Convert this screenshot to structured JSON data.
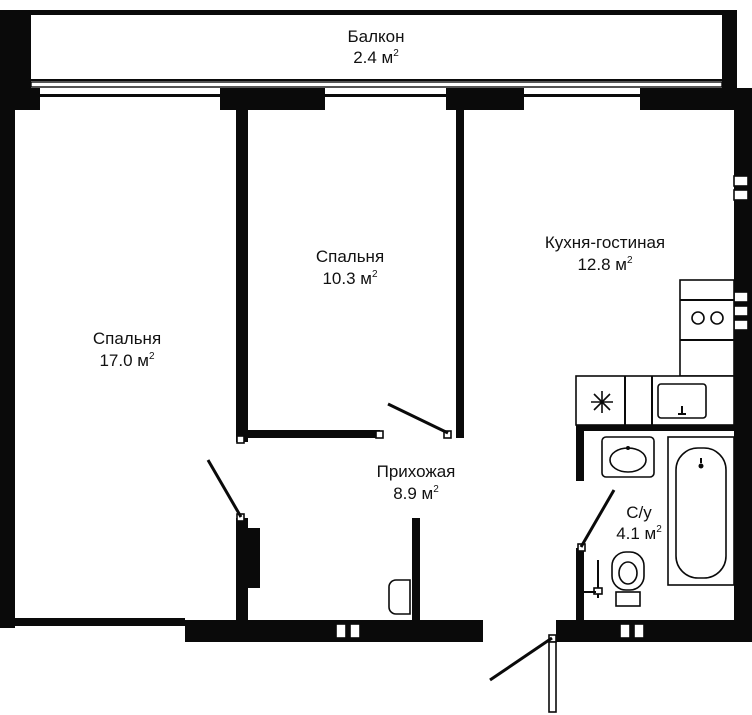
{
  "rooms": {
    "balcony": {
      "name": "Балкон",
      "area": "2.4 м",
      "unit_sup": "2"
    },
    "bedroom_large": {
      "name": "Спальня",
      "area": "17.0 м",
      "unit_sup": "2"
    },
    "bedroom_small": {
      "name": "Спальня",
      "area": "10.3 м",
      "unit_sup": "2"
    },
    "kitchen_living": {
      "name": "Кухня-гостиная",
      "area": "12.8 м",
      "unit_sup": "2"
    },
    "hallway": {
      "name": "Прихожая",
      "area": "8.9 м",
      "unit_sup": "2"
    },
    "bathroom": {
      "name": "С/у",
      "area": "4.1 м",
      "unit_sup": "2"
    }
  },
  "colors": {
    "wall": "#0a0a0a",
    "background": "#ffffff"
  }
}
